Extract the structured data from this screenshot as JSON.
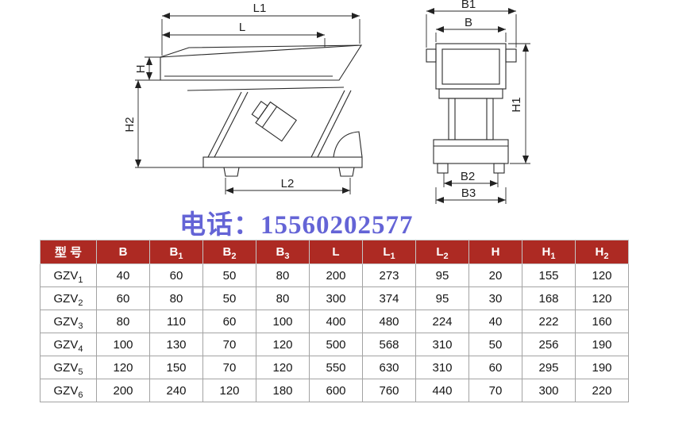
{
  "colors": {
    "header_bg": "#ad2a23",
    "watermark_color": "#4a4ad0"
  },
  "watermark": {
    "text": "电话：15560202577"
  },
  "diagram": {
    "labels": {
      "L1": "L1",
      "L": "L",
      "H": "H",
      "H2": "H2",
      "L2": "L2",
      "B1": "B1",
      "B": "B",
      "H1": "H1",
      "B2": "B2",
      "B3": "B3"
    }
  },
  "table": {
    "headers": [
      {
        "base": "型 号",
        "sub": ""
      },
      {
        "base": "B",
        "sub": ""
      },
      {
        "base": "B",
        "sub": "1"
      },
      {
        "base": "B",
        "sub": "2"
      },
      {
        "base": "B",
        "sub": "3"
      },
      {
        "base": "L",
        "sub": ""
      },
      {
        "base": "L",
        "sub": "1"
      },
      {
        "base": "L",
        "sub": "2"
      },
      {
        "base": "H",
        "sub": ""
      },
      {
        "base": "H",
        "sub": "1"
      },
      {
        "base": "H",
        "sub": "2"
      }
    ],
    "rows": [
      {
        "model": {
          "base": "GZV",
          "sub": "1"
        },
        "values": [
          "40",
          "60",
          "50",
          "80",
          "200",
          "273",
          "95",
          "20",
          "155",
          "120"
        ]
      },
      {
        "model": {
          "base": "GZV",
          "sub": "2"
        },
        "values": [
          "60",
          "80",
          "50",
          "80",
          "300",
          "374",
          "95",
          "30",
          "168",
          "120"
        ]
      },
      {
        "model": {
          "base": "GZV",
          "sub": "3"
        },
        "values": [
          "80",
          "110",
          "60",
          "100",
          "400",
          "480",
          "224",
          "40",
          "222",
          "160"
        ]
      },
      {
        "model": {
          "base": "GZV",
          "sub": "4"
        },
        "values": [
          "100",
          "130",
          "70",
          "120",
          "500",
          "568",
          "310",
          "50",
          "256",
          "190"
        ]
      },
      {
        "model": {
          "base": "GZV",
          "sub": "5"
        },
        "values": [
          "120",
          "150",
          "70",
          "120",
          "550",
          "630",
          "310",
          "60",
          "295",
          "190"
        ]
      },
      {
        "model": {
          "base": "GZV",
          "sub": "6"
        },
        "values": [
          "200",
          "240",
          "120",
          "180",
          "600",
          "760",
          "440",
          "70",
          "300",
          "220"
        ]
      }
    ]
  }
}
